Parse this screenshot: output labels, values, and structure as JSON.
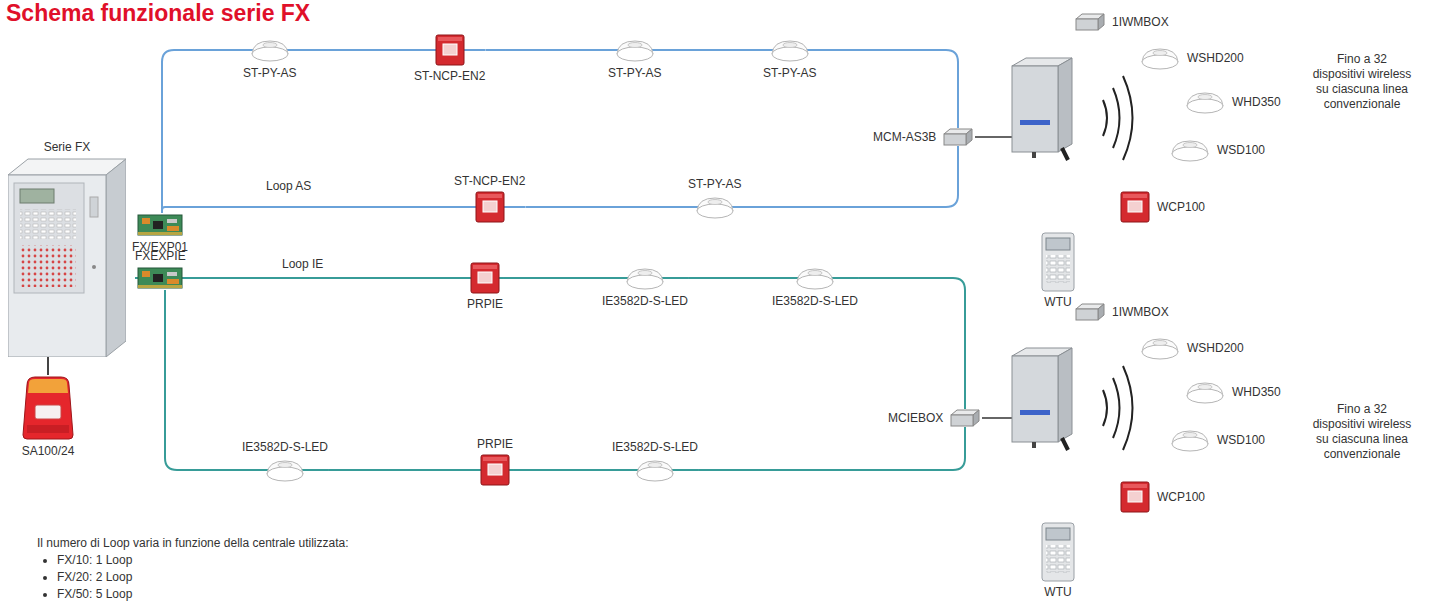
{
  "diagram": {
    "title": "Schema funzionale serie FX",
    "nodes": [
      {
        "text": [
          "Serie FX"
        ]
      },
      {
        "text": [
          "FX/EXP01"
        ]
      },
      {
        "text": [
          "FXEXPIE"
        ]
      },
      {
        "text": [
          "SA100/24"
        ]
      },
      {
        "text": [
          "ST-PY-AS"
        ]
      },
      {
        "text": [
          "ST-NCP-EN2"
        ]
      },
      {
        "text": [
          "ST-PY-AS"
        ]
      },
      {
        "text": [
          "ST-PY-AS"
        ]
      },
      {
        "text": [
          "MCM-AS3B"
        ]
      },
      {
        "text": [
          "ST-NCP-EN2"
        ]
      },
      {
        "text": [
          "ST-PY-AS"
        ]
      },
      {
        "text": [
          "PRPIE"
        ]
      },
      {
        "text": [
          "IE3582D-S-LED"
        ]
      },
      {
        "text": [
          "IE3582D-S-LED"
        ]
      },
      {
        "text": [
          "MCIEBOX"
        ]
      },
      {
        "text": [
          "IE3582D-S-LED"
        ]
      },
      {
        "text": [
          "PRPIE"
        ]
      },
      {
        "text": [
          "IE3582D-S-LED"
        ]
      },
      {
        "text": [
          "1IWMBOX"
        ]
      },
      {
        "text": [
          "WSHD200"
        ]
      },
      {
        "text": [
          "WHD350"
        ]
      },
      {
        "text": [
          "WSD100"
        ]
      },
      {
        "text": [
          "WCP100"
        ]
      },
      {
        "text": [
          "WTU"
        ]
      },
      {
        "text": [
          "1IWMBOX"
        ]
      },
      {
        "text": [
          "WSHD200"
        ]
      },
      {
        "text": [
          "WHD350"
        ]
      },
      {
        "text": [
          "WSD100"
        ]
      },
      {
        "text": [
          "WCP100"
        ]
      },
      {
        "text": [
          "WTU"
        ]
      }
    ],
    "edges": [
      {
        "from": 0,
        "to": 3,
        "arrow": "none"
      },
      {
        "from": 1,
        "to": 4,
        "arrow": "none"
      },
      {
        "from": 4,
        "to": 5,
        "arrow": "none"
      },
      {
        "from": 5,
        "to": 6,
        "arrow": "none"
      },
      {
        "from": 6,
        "to": 7,
        "arrow": "none"
      },
      {
        "from": 7,
        "to": 8,
        "arrow": "none"
      },
      {
        "from": 8,
        "to": 10,
        "arrow": "none"
      },
      {
        "from": 10,
        "to": 9,
        "arrow": "none"
      },
      {
        "from": 9,
        "to": 1,
        "label": "Loop AS",
        "arrow": "none"
      },
      {
        "from": 2,
        "to": 11,
        "label": "Loop IE",
        "arrow": "none"
      },
      {
        "from": 11,
        "to": 12,
        "arrow": "none"
      },
      {
        "from": 12,
        "to": 13,
        "arrow": "none"
      },
      {
        "from": 13,
        "to": 14,
        "arrow": "none"
      },
      {
        "from": 14,
        "to": 17,
        "arrow": "none"
      },
      {
        "from": 17,
        "to": 16,
        "arrow": "none"
      },
      {
        "from": 16,
        "to": 15,
        "arrow": "none"
      },
      {
        "from": 15,
        "to": 2,
        "arrow": "none"
      }
    ],
    "labels": [
      "Il numero di Loop varia in funzione della centrale utilizzata:",
      "FX/10: 1 Loop",
      "FX/20: 2 Loop",
      "FX/50: 5 Loop",
      "Fino a 32 dispositivi wireless su ciascuna linea convenzionale",
      "Fino a 32 dispositivi wireless su ciascuna linea convenzionale"
    ]
  }
}
